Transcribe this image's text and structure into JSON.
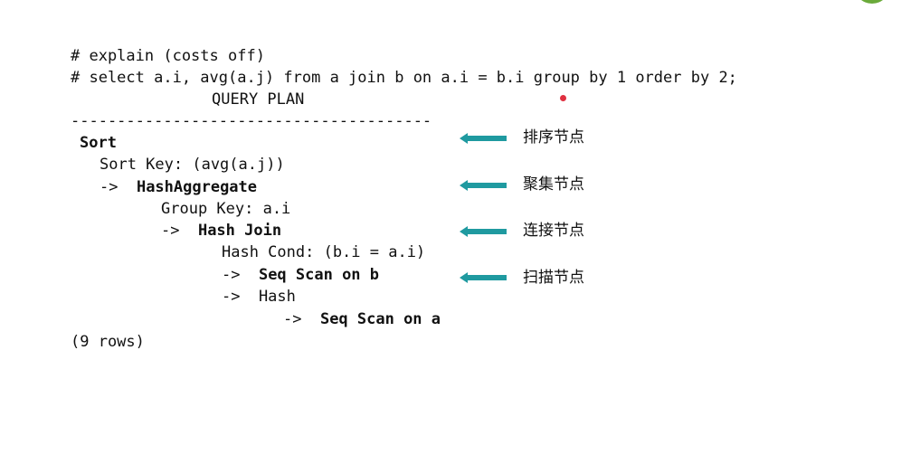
{
  "code": {
    "line1": "# explain (costs off)",
    "line2": "# select a.i, avg(a.j) from a join b on a.i = b.i group by 1 order by 2;",
    "line3": "QUERY PLAN",
    "separator": "---------------------------------------",
    "line5": "Sort",
    "line6": "Sort Key: (avg(a.j))",
    "line7_prefix": "->  ",
    "line7_node": "HashAggregate",
    "line8": "Group Key: a.i",
    "line9_prefix": "->  ",
    "line9_node": "Hash Join",
    "line10": "Hash Cond: (b.i = a.i)",
    "line11_prefix": "->  ",
    "line11_node": "Seq Scan on b",
    "line12": "->  Hash",
    "line13_prefix": "->  ",
    "line13_node": "Seq Scan on a",
    "line14": "(9 rows)"
  },
  "annotations": [
    {
      "label": "排序节点",
      "icon": "arrow-left-icon"
    },
    {
      "label": "聚集节点",
      "icon": "arrow-left-icon"
    },
    {
      "label": "连接节点",
      "icon": "arrow-left-icon"
    },
    {
      "label": "扫描节点",
      "icon": "arrow-left-icon"
    }
  ],
  "colors": {
    "arrow": "#1f9aa0",
    "badge": "#6aaa3a",
    "dot": "#e03040"
  }
}
